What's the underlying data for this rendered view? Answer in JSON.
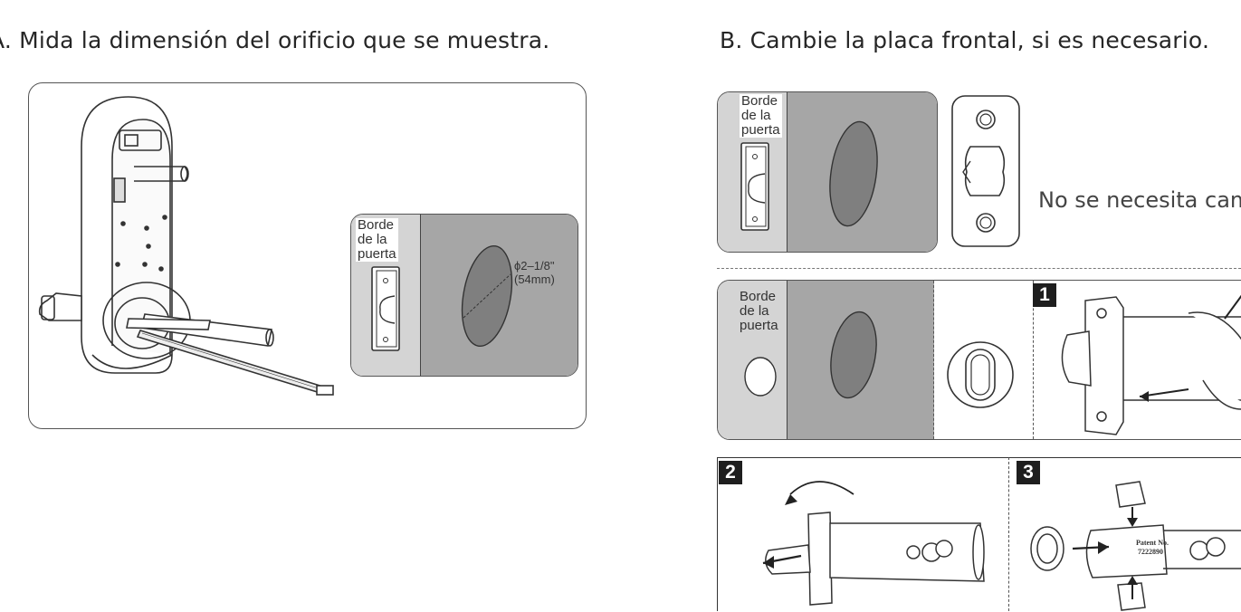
{
  "section_a": {
    "heading": "A. Mida la dimensión del orificio que se muestra.",
    "edge_label": [
      "Borde",
      "de la",
      "puerta"
    ],
    "measure_line1": "ϕ2–1/8\"",
    "measure_line2": "(54mm)"
  },
  "section_b": {
    "heading": "B. Cambie la placa frontal, si es necesario.",
    "row1_edge_label": [
      "Borde",
      "de la",
      "puerta"
    ],
    "row1_note": "No se necesita cambiar",
    "row2_edge_label": [
      "Borde",
      "de la",
      "puerta"
    ],
    "step1": "1",
    "step2": "2",
    "step3": "3",
    "patent_line1": "Patent No.",
    "patent_line2": "7222890"
  },
  "colors": {
    "light_gray": "#d4d4d4",
    "mid_gray": "#a6a6a6",
    "hole_gray": "#7f7f7f",
    "outline": "#555555"
  }
}
